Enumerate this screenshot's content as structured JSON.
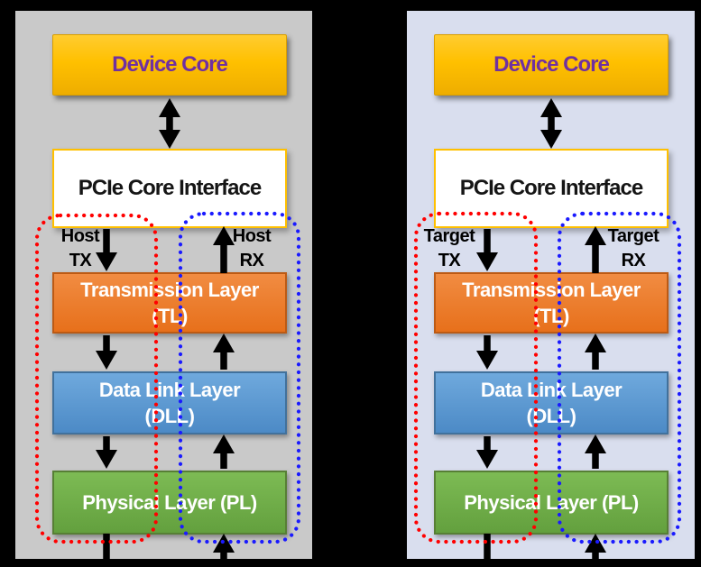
{
  "panels": [
    {
      "role": "host",
      "device_core": "Device Core",
      "pcie_interface": "PCIe Core Interface",
      "tx_label": {
        "line1": "Host",
        "line2": "TX"
      },
      "rx_label": {
        "line1": "Host",
        "line2": "RX"
      },
      "layers": [
        {
          "line1": "Transmission Layer",
          "line2": "(TL)"
        },
        {
          "line1": "Data Link Layer",
          "line2": "(DLL)"
        },
        {
          "line1": "Physical Layer (PL)",
          "line2": ""
        }
      ]
    },
    {
      "role": "target",
      "device_core": "Device Core",
      "pcie_interface": "PCIe Core Interface",
      "tx_label": {
        "line1": "Target",
        "line2": "TX"
      },
      "rx_label": {
        "line1": "Target",
        "line2": "RX"
      },
      "layers": [
        {
          "line1": "Transmission Layer",
          "line2": "(TL)"
        },
        {
          "line1": "Data Link Layer",
          "line2": "(DLL)"
        },
        {
          "line1": "Physical Layer (PL)",
          "line2": ""
        }
      ]
    }
  ],
  "colors": {
    "background": "#000000",
    "host_panel_bg": "#C9C9C9",
    "target_panel_bg": "#D9DEEE",
    "device_core_fill": "#FFC000",
    "device_core_text": "#7030A0",
    "pcie_box_fill": "#FFFFFF",
    "pcie_box_border": "#FFC000",
    "transmission_layer_fill": "#ED7D31",
    "data_link_layer_fill": "#5B9BD5",
    "physical_layer_fill": "#70AD47",
    "layer_text": "#FFFFFF",
    "tx_loop_stroke": "#FF0000",
    "rx_loop_stroke": "#1A1AFF",
    "arrow_color": "#000000"
  }
}
